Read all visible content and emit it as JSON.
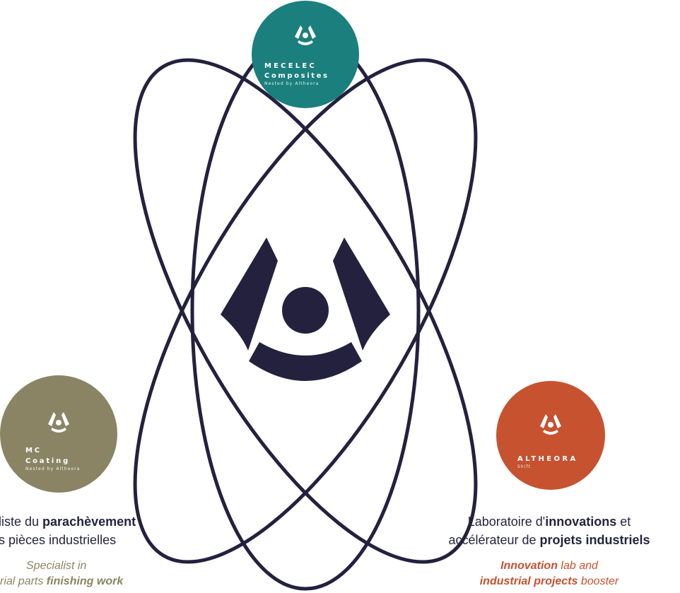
{
  "colors": {
    "navy": "#24213f",
    "teal": "#1b7f7d",
    "olive": "#8a8465",
    "rust": "#c6522f",
    "white": "#ffffff"
  },
  "center_logo": {
    "icon": "altheora-logo-icon"
  },
  "nodes": {
    "top": {
      "line1": "MECELEC",
      "line2": "Composites",
      "line3": "Nested by Altheora",
      "icon": "altheora-logo-icon"
    },
    "left": {
      "line1": "MC",
      "line2": "Coating",
      "line3": "Nested by Altheora",
      "icon": "altheora-logo-icon"
    },
    "right": {
      "line1": "ALTHEORA",
      "line2": "Shift",
      "icon": "altheora-logo-icon"
    }
  },
  "left_desc": {
    "fr_line1_pre": "liste du ",
    "fr_line1_bold": "parachèvement",
    "fr_line2": "s pièces industrielles",
    "en_line1": "Specialist in",
    "en_line2_pre": "rial parts ",
    "en_line2_bold": "finishing work"
  },
  "right_desc": {
    "fr_line1_pre": "Laboratoire d'",
    "fr_line1_bold": "innovations",
    "fr_line1_post": " et",
    "fr_line2_pre": "accélérateur de ",
    "fr_line2_bold": "projets industriels",
    "en_line1_bold": "Innovation",
    "en_line1_post": " lab and",
    "en_line2_bold": "industrial projects",
    "en_line2_post": " booster"
  }
}
